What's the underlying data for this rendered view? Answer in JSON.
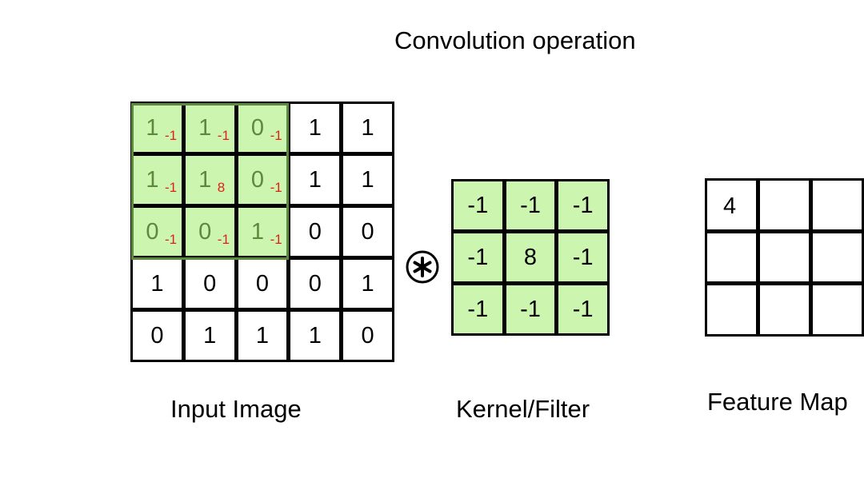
{
  "title": "Convolution operation",
  "input": {
    "caption": "Input Image",
    "rows": [
      [
        {
          "v": "1",
          "w": "-1"
        },
        {
          "v": "1",
          "w": "-1"
        },
        {
          "v": "0",
          "w": "-1"
        },
        {
          "v": "1",
          "w": ""
        },
        {
          "v": "1",
          "w": ""
        }
      ],
      [
        {
          "v": "1",
          "w": "-1"
        },
        {
          "v": "1",
          "w": "8"
        },
        {
          "v": "0",
          "w": "-1"
        },
        {
          "v": "1",
          "w": ""
        },
        {
          "v": "1",
          "w": ""
        }
      ],
      [
        {
          "v": "0",
          "w": "-1"
        },
        {
          "v": "0",
          "w": "-1"
        },
        {
          "v": "1",
          "w": "-1"
        },
        {
          "v": "0",
          "w": ""
        },
        {
          "v": "0",
          "w": ""
        }
      ],
      [
        {
          "v": "1",
          "w": ""
        },
        {
          "v": "0",
          "w": ""
        },
        {
          "v": "0",
          "w": ""
        },
        {
          "v": "0",
          "w": ""
        },
        {
          "v": "1",
          "w": ""
        }
      ],
      [
        {
          "v": "0",
          "w": ""
        },
        {
          "v": "1",
          "w": ""
        },
        {
          "v": "1",
          "w": ""
        },
        {
          "v": "1",
          "w": ""
        },
        {
          "v": "0",
          "w": ""
        }
      ]
    ],
    "highlight_rows": 3,
    "highlight_cols": 3
  },
  "operator_icon": "convolution-operator-icon",
  "kernel": {
    "caption": "Kernel/Filter",
    "rows": [
      [
        "-1",
        "-1",
        "-1"
      ],
      [
        "-1",
        "8",
        "-1"
      ],
      [
        "-1",
        "-1",
        "-1"
      ]
    ]
  },
  "feature_map": {
    "caption": "Feature Map",
    "rows": [
      [
        "4",
        "",
        ""
      ],
      [
        "",
        "",
        ""
      ],
      [
        "",
        "",
        ""
      ]
    ]
  },
  "colors": {
    "highlight_fill": "#ccf5b0",
    "highlight_text": "#5c8a3c",
    "weight_text": "#e0201b",
    "grid_line": "#000000"
  }
}
